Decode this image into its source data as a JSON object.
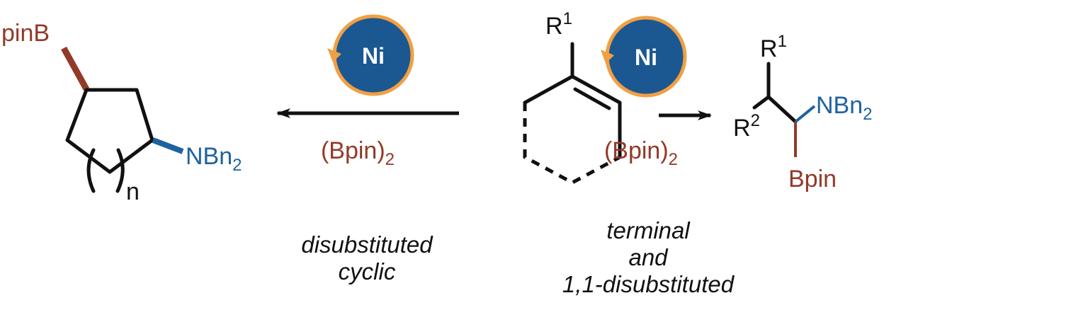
{
  "colors": {
    "boron": "#923a28",
    "nitrogen": "#1f62a0",
    "catalyst_fill": "#1b5791",
    "catalyst_ring": "#f0a043",
    "bond": "#111111"
  },
  "left_product": {
    "boryl": "pinB",
    "amine": "NBn",
    "amine_sub": "2",
    "ring_index": "n"
  },
  "left_arrow": {
    "catalyst": "Ni",
    "reagent": "(Bpin)",
    "reagent_sub": "2",
    "scope_line1": "disubstituted",
    "scope_line2": "cyclic"
  },
  "substrate": {
    "substituent": "R",
    "substituent_sup": "1"
  },
  "right_arrow": {
    "catalyst": "Ni",
    "reagent": "(Bpin)",
    "reagent_sub": "2",
    "scope_line1": "terminal",
    "scope_line2": "and",
    "scope_line3": "1,1-disubstituted"
  },
  "right_product": {
    "r1": "R",
    "r1_sup": "1",
    "r2": "R",
    "r2_sup": "2",
    "amine": "NBn",
    "amine_sub": "2",
    "boryl": "Bpin"
  }
}
